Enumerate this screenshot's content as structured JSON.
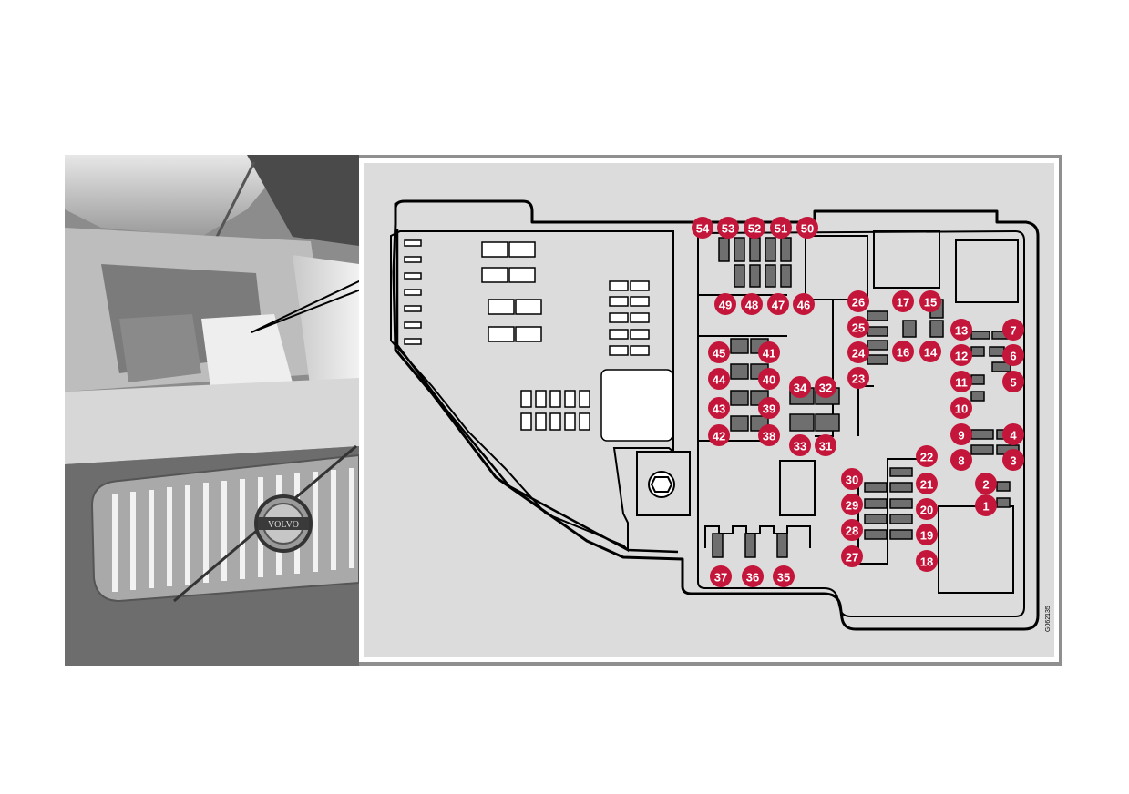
{
  "diagram": {
    "fuse_positions": [
      "1",
      "2",
      "3",
      "4",
      "5",
      "6",
      "7",
      "8",
      "9",
      "10",
      "11",
      "12",
      "13",
      "14",
      "15",
      "16",
      "17",
      "18",
      "19",
      "20",
      "21",
      "22",
      "23",
      "24",
      "25",
      "26",
      "27",
      "28",
      "29",
      "30",
      "31",
      "32",
      "33",
      "34",
      "35",
      "36",
      "37",
      "38",
      "39",
      "40",
      "41",
      "42",
      "43",
      "44",
      "45",
      "46",
      "47",
      "48",
      "49",
      "50",
      "51",
      "52",
      "53",
      "54"
    ],
    "image_code": "G062135",
    "brand_emblem": "VOLVO"
  },
  "colors": {
    "marker": "#c4163a",
    "panel_background": "#dcdcdc",
    "fuse_fill": "#6f6f6f"
  },
  "icons": [
    "fuse-box-outline",
    "hex-bolt-icon",
    "volvo-emblem"
  ]
}
